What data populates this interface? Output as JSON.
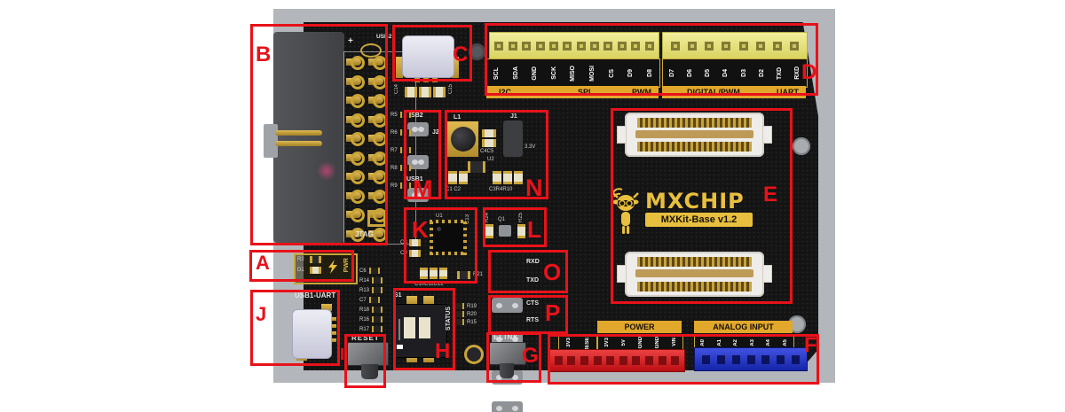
{
  "regions": {
    "a": "A",
    "b": "B",
    "c": "C",
    "d": "D",
    "e": "E",
    "f": "F",
    "g": "G",
    "h": "H",
    "i": "I",
    "j": "J",
    "k": "K",
    "l": "L",
    "m": "M",
    "n": "N",
    "o": "O",
    "p": "P"
  },
  "colors": {
    "annotation_red": "#e8121a",
    "photo_bg": "#b3b7bb",
    "board_black": "#141414",
    "header_yellow": "#e8e27a",
    "band_gold": "#e2a82c",
    "power_red": "#d81717",
    "analog_blue": "#2433cc",
    "silk_gold": "#d7ab3a"
  },
  "branding": {
    "name": "MXCHIP",
    "model": "MXKit-Base v1.2",
    "logo_icon": "goat-wifi-mascot"
  },
  "top_headers": {
    "left": {
      "pins": [
        "SCL",
        "SDA",
        "GND",
        "SCK",
        "MISO",
        "MOSI",
        "CS",
        "D9",
        "D8"
      ],
      "groups": [
        "I2C",
        "SPI",
        "PWM"
      ],
      "pin_count": 12
    },
    "right": {
      "pins": [
        "D7",
        "D6",
        "D5",
        "D4",
        "D3",
        "D2",
        "TXD",
        "RXD"
      ],
      "groups": [
        "DIGITAL/PWM",
        "UART"
      ],
      "pin_count": 8
    }
  },
  "bottom_headers": {
    "aux_pins": [
      "3V3",
      "RESET"
    ],
    "power": {
      "label": "POWER",
      "pins": [
        "3V3",
        "5V",
        "GND",
        "GND",
        "VIN"
      ],
      "socket_count": 10
    },
    "analog": {
      "label": "ANALOG INPUT",
      "pins": [
        "A0",
        "A1",
        "A2",
        "A3",
        "A4",
        "A5"
      ],
      "socket_count": 7
    }
  },
  "connectors": {
    "jtag_label": "JTAG",
    "usb_top_label": "USB2",
    "usb_uart_label": "USB1-UART",
    "plus_mark": "+"
  },
  "buttons": {
    "reset": "RESET",
    "elink": "ELINK"
  },
  "status_switch": {
    "ref": "S1",
    "label": "STATUS"
  },
  "jumper_blocks": {
    "usb_select": {
      "top": "USB2",
      "ref": "J2",
      "bottom": "USB1"
    },
    "uart": [
      "RXD",
      "TXD"
    ],
    "flow": [
      "CTS",
      "RTS"
    ],
    "power_jumper": {
      "ref": "J1",
      "label": "3.3V"
    }
  },
  "power_indicator": {
    "refs": [
      "R2",
      "D1"
    ],
    "label": "PWR",
    "icon": "lightning-bolt"
  },
  "silkscreen": {
    "u1": "U1",
    "c13": "C13",
    "c8": "C8",
    "c9": "C9",
    "cap_row": "C10C11C12",
    "r21": "R21",
    "l1": "L1",
    "c4c5": "C4C5",
    "u2": "U2",
    "c1c2": "C1 C2",
    "c3r4r10": "C3R4R10",
    "l_region": {
      "r24": "R24",
      "q1": "Q1",
      "r25": "R25"
    },
    "col_mid": [
      "R5",
      "R6",
      "R7",
      "R8",
      "R9"
    ],
    "col_left": [
      "C6",
      "R14",
      "R13",
      "C7",
      "R18",
      "R16",
      "R17"
    ],
    "col_status": [
      "R19",
      "R20",
      "R15"
    ],
    "c14": "C14",
    "c15": "C15"
  }
}
